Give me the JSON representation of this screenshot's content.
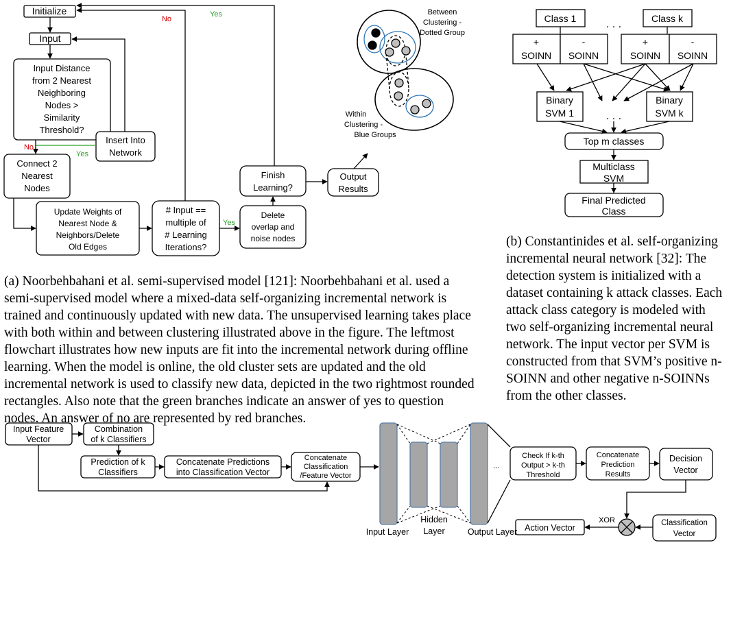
{
  "colors": {
    "yes": "#2ca02c",
    "no": "#d40000",
    "ring": "#2e75b6",
    "node_fill": "#bfbfbf",
    "layer_fill": "#a6a6a6"
  },
  "fig_a": {
    "initialize": "Initialize",
    "input": "Input",
    "question1": [
      "Input Distance",
      "from 2 Nearest",
      "Neighboring",
      "Nodes >",
      "Similarity",
      "Threshold?"
    ],
    "insert": [
      "Insert Into",
      "Network"
    ],
    "connect": [
      "Connect 2",
      "Nearest",
      "Nodes"
    ],
    "update": [
      "Update Weights of",
      "Nearest Node &",
      "Neighbors/Delete",
      "Old Edges"
    ],
    "question2": [
      "# Input ==",
      "multiple of",
      "# Learning",
      "Iterations?"
    ],
    "delete": [
      "Delete",
      "overlap and",
      "noise nodes"
    ],
    "finish": [
      "Finish",
      "Learning?"
    ],
    "output": [
      "Output",
      "Results"
    ],
    "no_top": "No",
    "yes_top": "Yes",
    "no_left": "No",
    "yes_left": "Yes",
    "yes_bottom": "Yes",
    "between_label": [
      "Between",
      "Clustering -",
      "Dotted Group"
    ],
    "within_label": [
      "Within",
      "Clustering -",
      "Blue Groups"
    ]
  },
  "caption_a": "(a) Noorbehbahani et al. semi-supervised model [121]: Noorbehbahani et al. used a semi-supervised model where a mixed-data self-organizing incremental network is trained and continuously updated with new data. The unsupervised learning takes place with both within and between clustering illustrated above in the figure. The leftmost flowchart illustrates how new inputs are fit into the incremental network during offline learning. When the model is online, the old cluster sets are updated and the old incremental network is used to classify new data, depicted in the two rightmost rounded rectangles. Also note that the green branches indicate an answer of yes to question nodes. An answer of no are represented by red branches.",
  "fig_b": {
    "class1": "Class 1",
    "classk": "Class k",
    "dots": ". . .",
    "soinn_plus": [
      "+",
      "SOINN"
    ],
    "soinn_minus": [
      "-",
      "SOINN"
    ],
    "svm1": [
      "Binary",
      "SVM 1"
    ],
    "svmk": [
      "Binary",
      "SVM k"
    ],
    "topm": "Top m classes",
    "multiclass": [
      "Multiclass",
      "SVM"
    ],
    "final": [
      "Final Predicted",
      "Class"
    ]
  },
  "caption_b": "(b) Constantinides et al. self-organizing incremental neural network [32]: The detection system is initialized with a dataset containing k attack classes. Each attack class category is modeled with two self-organizing incremental neural network. The input vector per SVM is constructed from that SVM’s positive n-SOINN and other negative n-SOINNs from the other classes.",
  "fig_c": {
    "input_feature": [
      "Input Feature",
      "Vector"
    ],
    "combination": [
      "Combination",
      "of k Classifiers"
    ],
    "prediction": [
      "Prediction of k",
      "Classifiers"
    ],
    "concat_pred": [
      "Concatenate Predictions",
      "into Classification Vector"
    ],
    "concat_class": [
      "Concatenate",
      "Classification",
      "/Feature Vector"
    ],
    "ellipsis": "...",
    "hidden": [
      "Hidden",
      "Layer"
    ],
    "input_layer": "Input Layer",
    "output_layer": "Output Layer",
    "check": [
      "Check If k-th",
      "Output > k-th",
      "Threshold"
    ],
    "concat_results": [
      "Concatenate",
      "Prediction",
      "Results"
    ],
    "decision": [
      "Decision",
      "Vector"
    ],
    "xor": "XOR",
    "action": "Action Vector",
    "class_vec": [
      "Classification",
      "Vector"
    ]
  }
}
